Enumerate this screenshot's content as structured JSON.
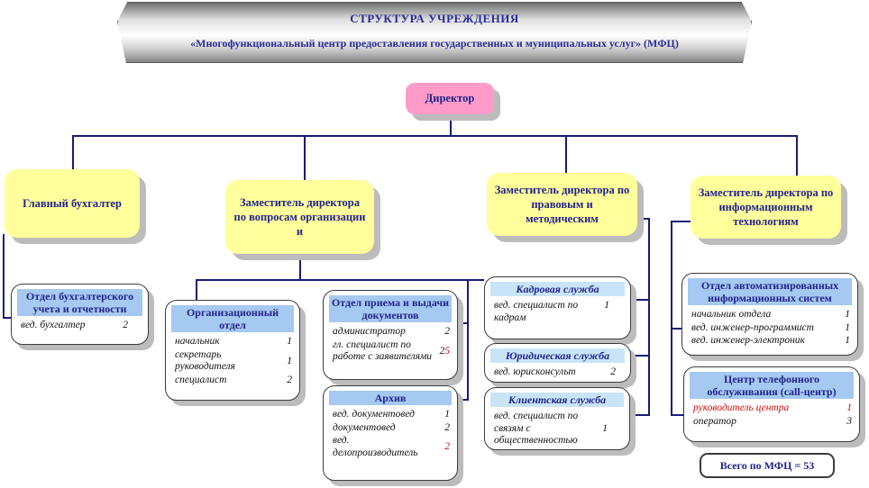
{
  "banner": {
    "title": "СТРУКТУРА УЧРЕЖДЕНИЯ",
    "subtitle": "«Многофункциональный центр предоставления государственных и муниципальных услуг» (МФЦ)"
  },
  "colors": {
    "accent_navy": "#23238b",
    "box_pink": "#ff9bc8",
    "box_yellow": "#ffff9b",
    "header_blue": "#a5c9f0",
    "header_blue_light": "#c9e4f7",
    "highlight_red": "#cc1111",
    "connector": "#1a1a78"
  },
  "director": {
    "label": "Директор"
  },
  "executives": {
    "chief_accountant": {
      "label": "Главный бухгалтер"
    },
    "deputy_org": {
      "label": "Заместитель директора по вопросам организации и"
    },
    "deputy_legal": {
      "label": "Заместитель директора по правовым и методическим"
    },
    "deputy_it": {
      "label": "Заместитель директора по информационным технологиям"
    }
  },
  "departments": {
    "accounting": {
      "title": "Отдел бухгалтерского учета и отчетности",
      "rows": [
        {
          "role": "вед. бухгалтер",
          "count": "2"
        }
      ]
    },
    "organizational": {
      "title": "Организационный отдел",
      "rows": [
        {
          "role": "начальник",
          "count": "1"
        },
        {
          "role": "секретарь руководителя",
          "count": "1"
        },
        {
          "role": "специалист",
          "count": "2"
        }
      ]
    },
    "reception": {
      "title": "Отдел приема и выдачи документов",
      "rows": [
        {
          "role": "администратор",
          "count": "2"
        },
        {
          "role": "гл. специалист по работе с заявителями",
          "count": "2",
          "count2": "5",
          "count2_color": "#cc1111"
        }
      ]
    },
    "archive": {
      "title": "Архив",
      "rows": [
        {
          "role": "вед. документовед",
          "count": "1"
        },
        {
          "role": "документовед",
          "count": "2"
        },
        {
          "role": "вед. делопроизводитель",
          "count": "2",
          "count_color": "#cc1111"
        }
      ]
    },
    "hr": {
      "title": "Кадровая служба",
      "rows": [
        {
          "role": "вед. специалист по кадрам",
          "count": "1"
        }
      ]
    },
    "legal_service": {
      "title": "Юридическая служба",
      "rows": [
        {
          "role": "вед. юрисконсульт",
          "count": "2"
        }
      ]
    },
    "client_service": {
      "title": "Клиентская служба",
      "rows": [
        {
          "role": "вед. специалист по связям с общественностью",
          "count": "1"
        }
      ]
    },
    "ais": {
      "title": "Отдел автоматизированных информационных систем",
      "rows": [
        {
          "role": "начальник отдела",
          "count": "1"
        },
        {
          "role": "вед. инженер-программист",
          "count": "1"
        },
        {
          "role": "вед. инженер-электроник",
          "count": "1"
        }
      ]
    },
    "call_center": {
      "title": "Центр телефонного обслуживания (call-центр)",
      "rows": [
        {
          "role": "руководитель центра",
          "count": "1",
          "role_color": "#cc1111",
          "count_color": "#cc1111"
        },
        {
          "role": "оператор",
          "count": "3"
        }
      ]
    }
  },
  "total": {
    "label": "Всего по МФЦ = 53"
  }
}
